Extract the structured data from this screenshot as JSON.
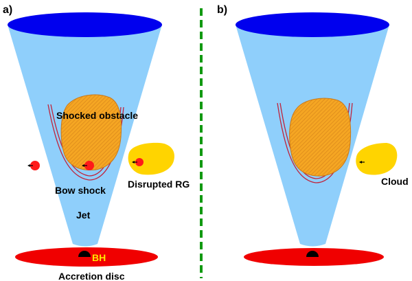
{
  "colors": {
    "jet": "#8fcffb",
    "jet_top": "#0000ee",
    "disc": "#f00000",
    "black_hole": "#000000",
    "obstacle": "#f5a623",
    "obstacle_edge": "#c8781a",
    "bow_shock": "#c0223a",
    "star": "#ff1a1a",
    "cloud": "#ffd400",
    "divider": "#119911",
    "bh_label": "#ffe800"
  },
  "panel_a": {
    "label": "a)",
    "shocked_obstacle": "Shocked obstacle",
    "bow_shock": "Bow shock",
    "disrupted_rg": "Disrupted RG",
    "jet": "Jet",
    "bh": "BH",
    "accretion_disc": "Accretion disc"
  },
  "panel_b": {
    "label": "b)",
    "cloud": "Cloud"
  }
}
